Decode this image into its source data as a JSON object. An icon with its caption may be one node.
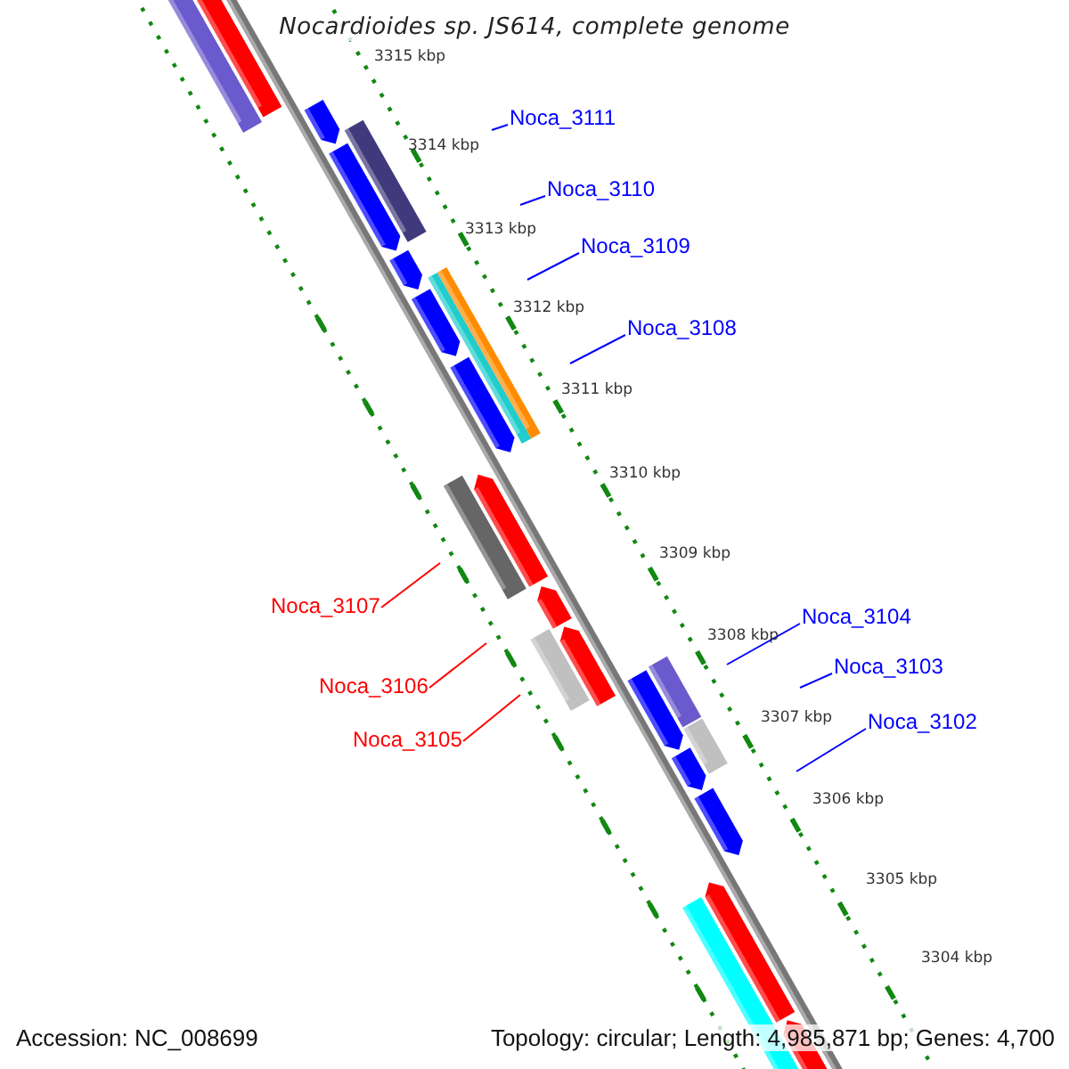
{
  "diagram": {
    "title": "Nocardioides sp. JS614, complete genome",
    "nodes": [
      {
        "text": [
          "Noca_3111"
        ]
      },
      {
        "text": [
          "Noca_3110"
        ]
      },
      {
        "text": [
          "Noca_3109"
        ]
      },
      {
        "text": [
          "Noca_3108"
        ]
      },
      {
        "text": [
          "Noca_3107"
        ]
      },
      {
        "text": [
          "Noca_3106"
        ]
      },
      {
        "text": [
          "Noca_3105"
        ]
      },
      {
        "text": [
          "Noca_3104"
        ]
      },
      {
        "text": [
          "Noca_3103"
        ]
      },
      {
        "text": [
          "Noca_3102"
        ]
      }
    ],
    "edges": [
      {
        "from": 0,
        "to": null,
        "arrow": "none"
      },
      {
        "from": 1,
        "to": null,
        "arrow": "none"
      },
      {
        "from": 2,
        "to": null,
        "arrow": "none"
      },
      {
        "from": 3,
        "to": null,
        "arrow": "none"
      },
      {
        "from": 4,
        "to": null,
        "arrow": "none",
        "color": "#ff0000"
      },
      {
        "from": 5,
        "to": null,
        "arrow": "none",
        "color": "#ff0000"
      },
      {
        "from": 6,
        "to": null,
        "arrow": "none",
        "color": "#ff0000"
      },
      {
        "from": 7,
        "to": null,
        "arrow": "none"
      },
      {
        "from": 8,
        "to": null,
        "arrow": "none"
      },
      {
        "from": 9,
        "to": null,
        "arrow": "none"
      }
    ],
    "labels": [
      "3315 kbp",
      "3314 kbp",
      "3313 kbp",
      "3312 kbp",
      "3311 kbp",
      "3310 kbp",
      "3309 kbp",
      "3308 kbp",
      "3307 kbp",
      "3306 kbp",
      "3305 kbp",
      "3304 kbp",
      "Accession: NC_008699",
      "Topology: circular; Length: 4,985,871 bp; Genes: 4,700"
    ]
  }
}
